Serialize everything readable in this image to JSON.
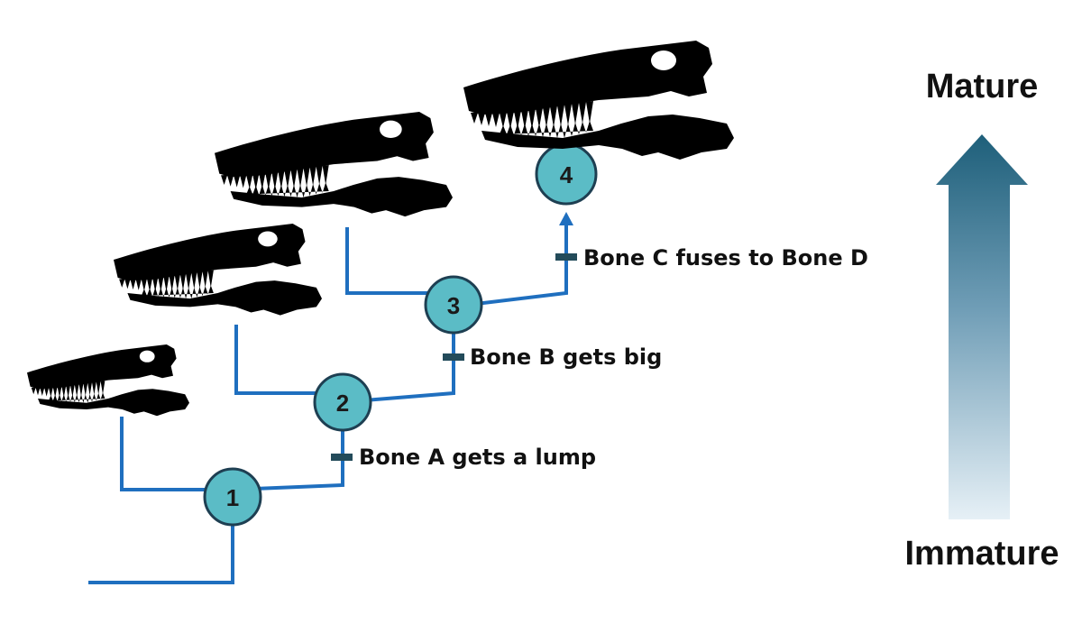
{
  "colors": {
    "branch": "#1f6fbf",
    "node_fill": "#5bbcc6",
    "node_stroke": "#1e3f52",
    "tick": "#234b5a",
    "skull": "#000000",
    "arrow_top": "#1e5f7a",
    "arrow_bottom": "#e6f0f6"
  },
  "nodes": [
    {
      "id": "1",
      "label": "1"
    },
    {
      "id": "2",
      "label": "2"
    },
    {
      "id": "3",
      "label": "3"
    },
    {
      "id": "4",
      "label": "4"
    }
  ],
  "traits": [
    {
      "id": "a",
      "label": "Bone A gets a lump"
    },
    {
      "id": "b",
      "label": "Bone B gets big"
    },
    {
      "id": "c",
      "label": "Bone C fuses to Bone D"
    }
  ],
  "maturity": {
    "top_label": "Mature",
    "bottom_label": "Immature"
  },
  "skull_icons": [
    "skull-icon",
    "skull-icon",
    "skull-icon",
    "skull-icon"
  ]
}
